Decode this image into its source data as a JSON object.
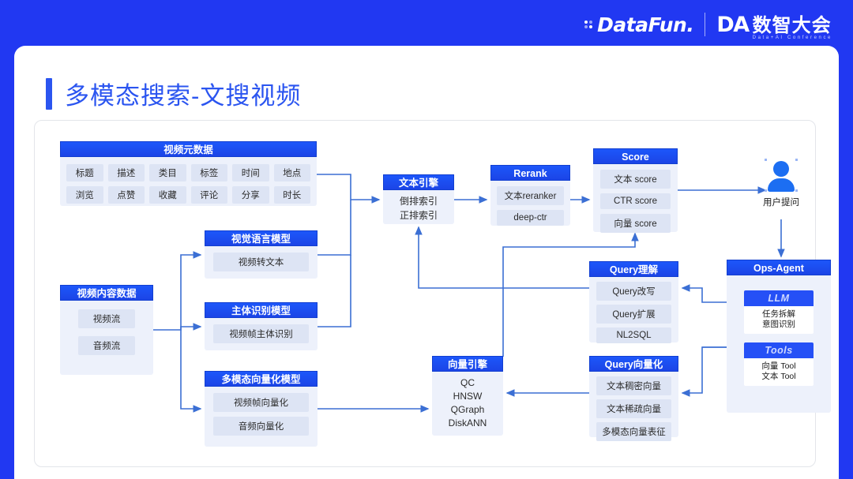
{
  "brand": {
    "datafun_word": "DataFun.",
    "da_logo": "DA",
    "da_cn": "数智大会",
    "da_sub": "Data+AI Conference"
  },
  "slide": {
    "title": "多模态搜索-文搜视频"
  },
  "nodes": {
    "video_metadata": {
      "header": "视频元数据",
      "tags": [
        "标题",
        "描述",
        "类目",
        "标签",
        "时间",
        "地点",
        "浏览",
        "点赞",
        "收藏",
        "评论",
        "分享",
        "时长"
      ]
    },
    "vlm": {
      "header": "视觉语言模型",
      "items": [
        "视频转文本"
      ]
    },
    "subject_model": {
      "header": "主体识别模型",
      "items": [
        "视频帧主体识别"
      ]
    },
    "mm_vector_model": {
      "header": "多模态向量化模型",
      "items": [
        "视频帧向量化",
        "音频向量化"
      ]
    },
    "video_content": {
      "header": "视频内容数据",
      "items": [
        "视频流",
        "音频流"
      ]
    },
    "text_engine": {
      "header": "文本引擎",
      "items": [
        "倒排索引",
        "正排索引"
      ]
    },
    "rerank": {
      "header": "Rerank",
      "items": [
        "文本reranker",
        "deep-ctr"
      ]
    },
    "score": {
      "header": "Score",
      "items": [
        "文本 score",
        "CTR  score",
        "向量 score"
      ]
    },
    "query_understanding": {
      "header": "Query理解",
      "items": [
        "Query改写",
        "Query扩展",
        "NL2SQL"
      ]
    },
    "query_vectorize": {
      "header": "Query向量化",
      "items": [
        "文本稠密向量",
        "文本稀疏向量",
        "多模态向量表征"
      ]
    },
    "vector_engine": {
      "header": "向量引擎",
      "items": [
        "QC",
        "HNSW",
        "QGraph",
        "DiskANN"
      ]
    },
    "ops_agent": {
      "header": "Ops-Agent",
      "llm": {
        "header": "LLM",
        "body": "任务拆解\n意图识别"
      },
      "tools": {
        "header": "Tools",
        "body": "向量 Tool\n文本 Tool"
      }
    },
    "user": {
      "icon": "user-icon",
      "label": "用户提问"
    }
  },
  "colors": {
    "page_background": "#2138f2",
    "accent_blue": "#2b55f0",
    "node_header": "#1d57fa",
    "node_body": "#edf1fb",
    "chip": "#dde4f4",
    "connector": "#3b6fd4"
  }
}
